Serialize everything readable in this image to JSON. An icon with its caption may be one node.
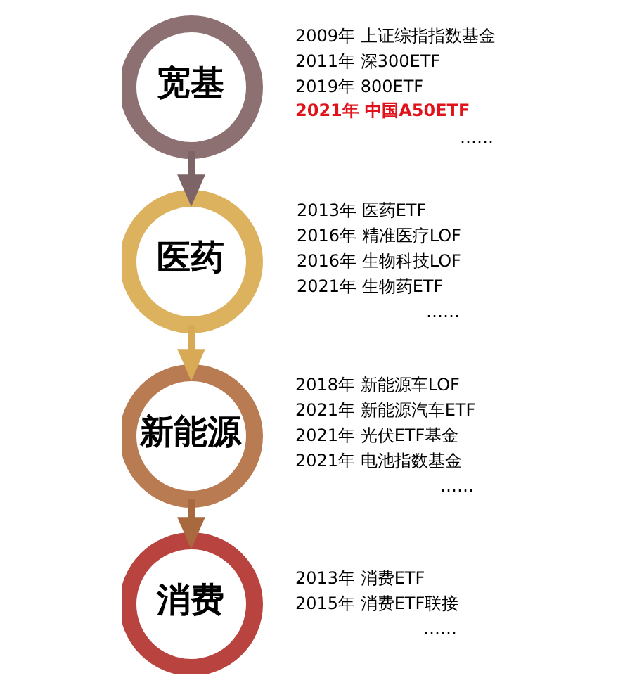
{
  "diagram": {
    "nodes": [
      {
        "text": [
          "宽基"
        ],
        "beside": [
          "2009年 上证综指指数基金",
          "2011年 深300ETF",
          "2019年 800ETF",
          "2021年 中国A50ETF",
          "……"
        ]
      },
      {
        "text": [
          "医药"
        ],
        "beside": [
          "2013年 医药ETF",
          "2016年 精准医疗LOF",
          "2016年 生物科技LOF",
          "2021年 生物药ETF",
          "……"
        ]
      },
      {
        "text": [
          "新能源"
        ],
        "beside": [
          "2018年 新能源车LOF",
          "2021年 新能源汽车ETF",
          "2021年 光伏ETF基金",
          "2021年 电池指数基金",
          "……"
        ]
      },
      {
        "text": [
          "消费"
        ],
        "beside": [
          "2013年 消费ETF",
          "2015年 消费ETF联接",
          "……"
        ]
      }
    ],
    "edges": [
      {
        "from": 0,
        "to": 1,
        "arrow": "to",
        "color": "#7d6466"
      },
      {
        "from": 1,
        "to": 2,
        "arrow": "to",
        "color": "#d9aa55"
      },
      {
        "from": 2,
        "to": 3,
        "arrow": "to",
        "color": "#a9693f"
      }
    ]
  }
}
